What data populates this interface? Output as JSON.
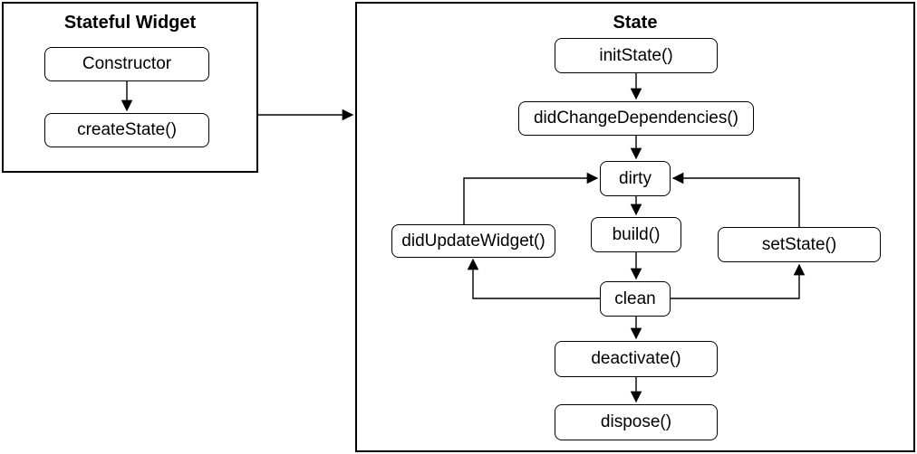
{
  "diagram_type": "flowchart",
  "groups": {
    "stateful_widget": {
      "title": "Stateful Widget",
      "nodes": {
        "constructor": "Constructor",
        "create_state": "createState()"
      }
    },
    "state": {
      "title": "State",
      "nodes": {
        "init_state": "initState()",
        "did_change_dependencies": "didChangeDependencies()",
        "dirty": "dirty",
        "build": "build()",
        "did_update_widget": "didUpdateWidget()",
        "set_state": "setState()",
        "clean": "clean",
        "deactivate": "deactivate()",
        "dispose": "dispose()"
      }
    }
  },
  "edges": [
    {
      "from": "constructor",
      "to": "create_state"
    },
    {
      "from": "stateful_widget_group",
      "to": "state_group"
    },
    {
      "from": "init_state",
      "to": "did_change_dependencies"
    },
    {
      "from": "did_change_dependencies",
      "to": "dirty"
    },
    {
      "from": "dirty",
      "to": "build"
    },
    {
      "from": "build",
      "to": "clean"
    },
    {
      "from": "clean",
      "to": "deactivate"
    },
    {
      "from": "deactivate",
      "to": "dispose"
    },
    {
      "from": "did_update_widget",
      "to": "dirty"
    },
    {
      "from": "set_state",
      "to": "dirty"
    },
    {
      "from": "clean",
      "to": "did_update_widget"
    },
    {
      "from": "clean",
      "to": "set_state"
    }
  ],
  "colors": {
    "background": "#ffffff",
    "node_fill": "#ffffff",
    "node_border": "#000000",
    "arrow": "#000000",
    "text": "#000000"
  }
}
